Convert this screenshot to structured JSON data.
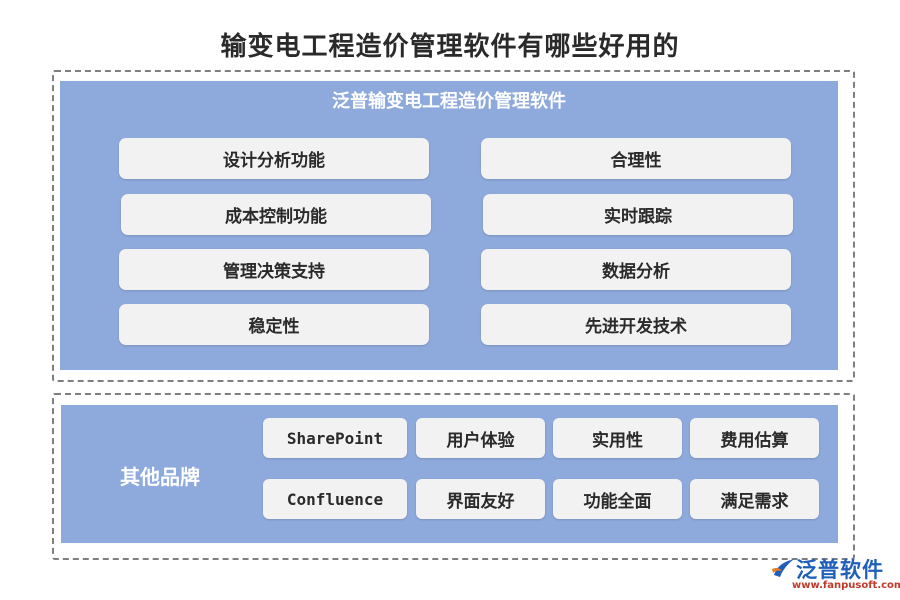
{
  "title": "输变电工程造价管理软件有哪些好用的",
  "top_section": {
    "heading": "泛普输变电工程造价管理软件",
    "features": [
      "设计分析功能",
      "合理性",
      "成本控制功能",
      "实时跟踪",
      "管理决策支持",
      "数据分析",
      "稳定性",
      "先进开发技术"
    ]
  },
  "bottom_section": {
    "label": "其他品牌",
    "chips": [
      "SharePoint",
      "用户体验",
      "实用性",
      "费用估算",
      "Confluence",
      "界面友好",
      "功能全面",
      "满足需求"
    ]
  },
  "logo": {
    "name": "泛普软件",
    "url": "www.fanpusoft.com"
  },
  "colors": {
    "panel": "#8eaadc",
    "box": "#f2f2f2",
    "logo_blue": "#1f5fb8",
    "logo_red": "#c0392b"
  }
}
